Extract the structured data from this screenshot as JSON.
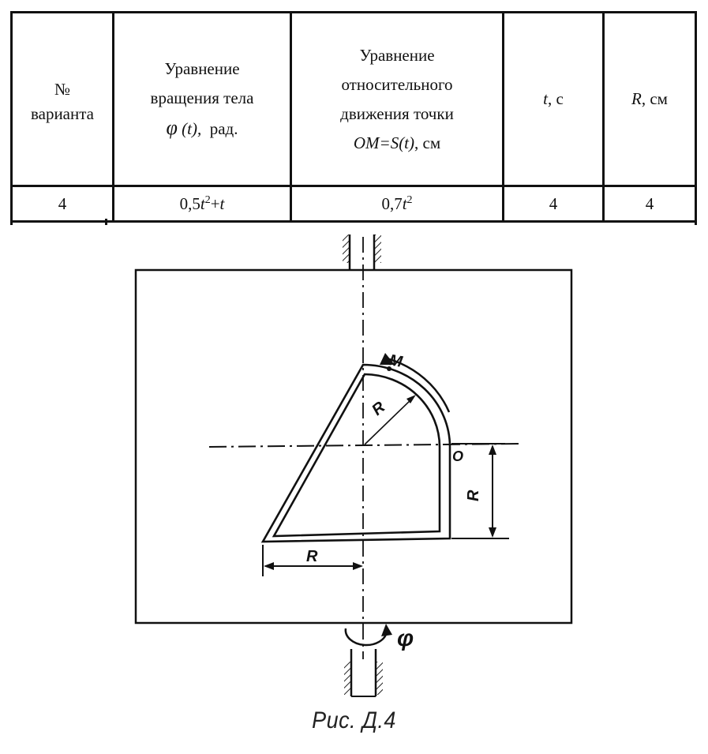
{
  "table": {
    "headers": {
      "variant": [
        "№",
        "варианта"
      ],
      "rotation": [
        "Уравнение",
        "вращения тела"
      ],
      "rotation_phi": "φ",
      "rotation_arg": "(t),",
      "rotation_unit": "рад.",
      "relative": [
        "Уравнение",
        "относительного",
        "движения точки"
      ],
      "relative_var": "OM=S(t)",
      "relative_unit": ", см",
      "time_var": "t",
      "time_unit": ", с",
      "radius_var": "R",
      "radius_unit": ", см"
    },
    "row": {
      "variant": "4",
      "rotation_coef": "0,5",
      "rotation_var": "t",
      "rotation_exp": "2",
      "rotation_plus": "+",
      "rotation_var2": "t",
      "relative_coef": "0,7",
      "relative_var": "t",
      "relative_exp": "2",
      "time": "4",
      "radius": "4"
    }
  },
  "figure": {
    "label_M": "M",
    "label_O": "O",
    "label_R_radius": "R",
    "label_R_vertical": "R",
    "label_R_horizontal": "R",
    "label_phi": "φ",
    "caption": "Рис. Д.4"
  }
}
